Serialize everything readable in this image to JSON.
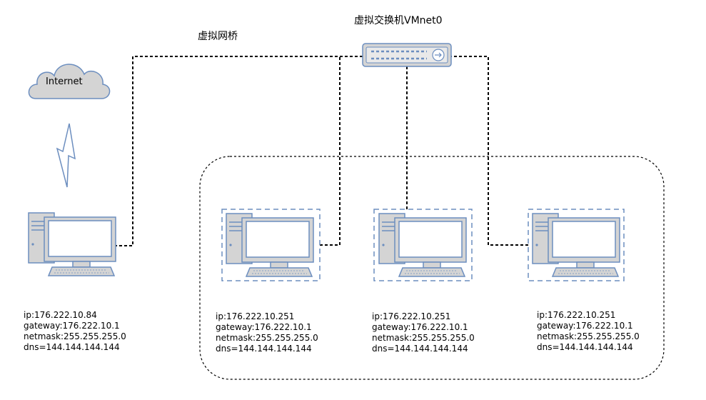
{
  "labels": {
    "internet": "Internet",
    "bridge": "虚拟网桥",
    "switch": "虚拟交换机VMnet0"
  },
  "host": {
    "ip": "ip:176.222.10.84",
    "gateway": "gateway:176.222.10.1",
    "netmask": "netmask:255.255.255.0",
    "dns": "dns=144.144.144.144"
  },
  "vms": [
    {
      "ip": "ip:176.222.10.251",
      "gateway": "gateway:176.222.10.1",
      "netmask": "netmask:255.255.255.0",
      "dns": "dns=144.144.144.144"
    },
    {
      "ip": "ip:176.222.10.251",
      "gateway": "gateway:176.222.10.1",
      "netmask": "netmask:255.255.255.0",
      "dns": "dns=144.144.144.144"
    },
    {
      "ip": "ip:176.222.10.251",
      "gateway": "gateway:176.222.10.1",
      "netmask": "netmask:255.255.255.0",
      "dns": "dns=144.144.144.144"
    }
  ],
  "colors": {
    "stroke": "#6c8ebf",
    "fill": "#d4d4d4",
    "screen": "#ffffff",
    "line": "#000000"
  }
}
